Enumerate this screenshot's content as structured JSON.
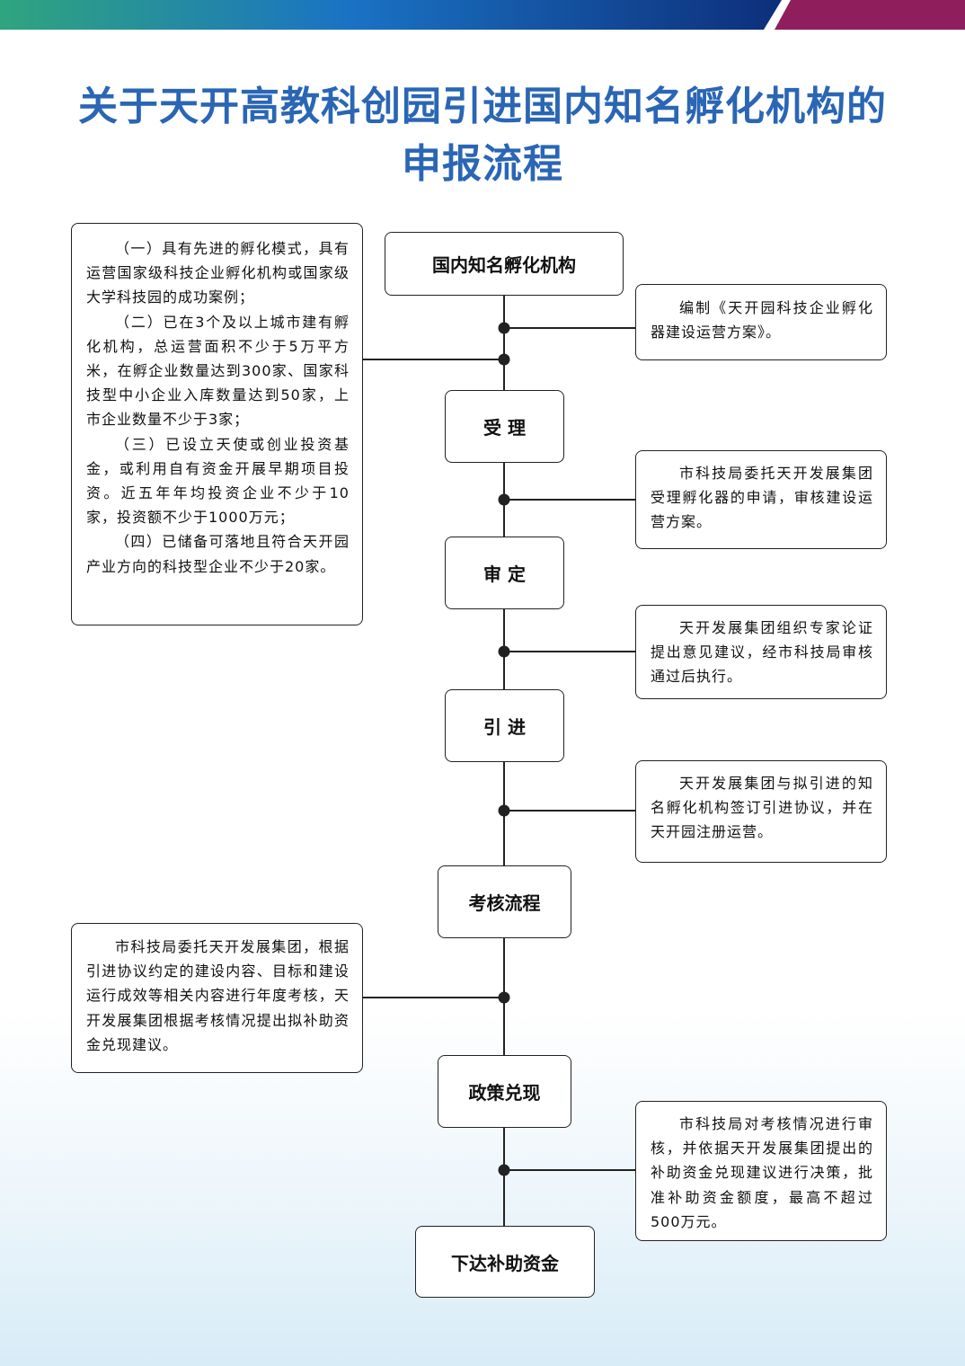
{
  "header": {
    "title_line1": "关于天开高教科创园引进国内知名孵化机构的",
    "title_line2": "申报流程",
    "colors": {
      "title": "#2a66b4",
      "band_start": "#2fa57e",
      "band_mid": "#1a72c4",
      "band_end": "#0d2f7a",
      "accent": "#8f1f5c"
    }
  },
  "steps": [
    "国内知名孵化机构",
    "受 理",
    "审 定",
    "引 进",
    "考核流程",
    "政策兑现",
    "下达补助资金"
  ],
  "requirements": [
    "（一）具有先进的孵化模式，具有运营国家级科技企业孵化机构或国家级大学科技园的成功案例；",
    "（二）已在3个及以上城市建有孵化机构，总运营面积不少于5万平方米，在孵企业数量达到300家、国家科技型中小企业入库数量达到50家，上市企业数量不少于3家；",
    "（三）已设立天使或创业投资基金，或利用自有资金开展早期项目投资。近五年年均投资企业不少于10家，投资额不少于1000万元；",
    "（四）已储备可落地且符合天开园产业方向的科技型企业不少于20家。"
  ],
  "notes": [
    "编制《天开园科技企业孵化器建设运营方案》。",
    "市科技局委托天开发展集团受理孵化器的申请，审核建设运营方案。",
    "天开发展集团组织专家论证提出意见建议，经市科技局审核通过后执行。",
    "天开发展集团与拟引进的知名孵化机构签订引进协议，并在天开园注册运营。",
    "市科技局委托天开发展集团，根据引进协议约定的建设内容、目标和建设运行成效等相关内容进行年度考核，天开发展集团根据考核情况提出拟补助资金兑现建议。",
    "市科技局对考核情况进行审核，并依据天开发展集团提出的补助资金兑现建议进行决策，批准补助资金额度，最高不超过500万元。"
  ]
}
